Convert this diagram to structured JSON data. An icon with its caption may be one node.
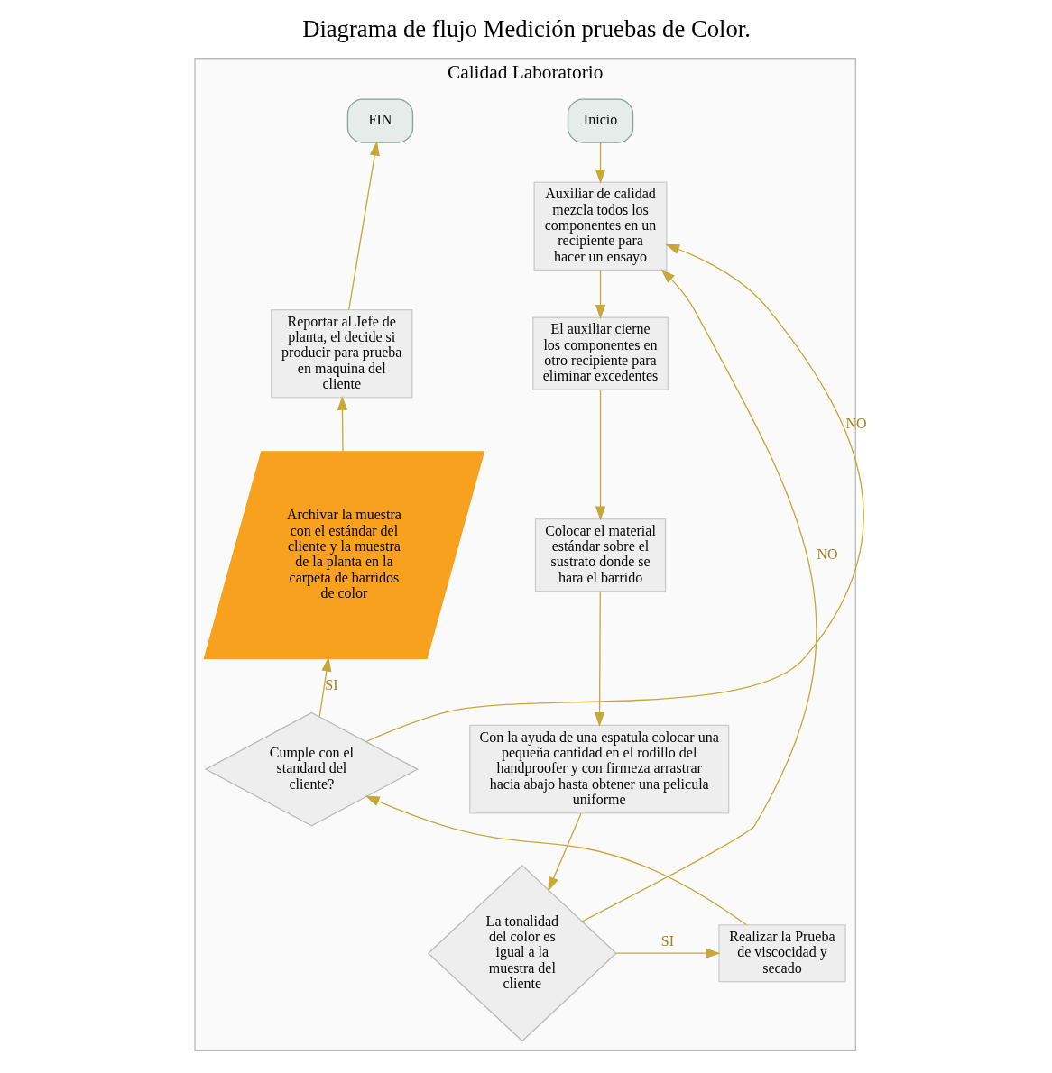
{
  "diagram": {
    "title": "Diagrama de flujo Medición pruebas de Color.",
    "nodes": [
      {
        "text": [
          "Calidad Laboratorio"
        ]
      },
      {
        "text": [
          "Inicio"
        ],
        "in": 0
      },
      {
        "text": [
          "Auxiliar de calidad mezcla todos los componentes en un recipiente para hacer un ensayo"
        ],
        "in": 0
      },
      {
        "text": [
          "El auxiliar cierne los componentes en otro recipiente para eliminar excedentes"
        ],
        "in": 0
      },
      {
        "text": [
          "Colocar el material estándar sobre el sustrato donde se hara el barrido"
        ],
        "in": 0
      },
      {
        "text": [
          "Con la ayuda de una espatula colocar una pequeña cantidad en el rodillo del handproofer y con firmeza arrastrar hacia abajo hasta obtener una pelicula uniforme"
        ],
        "in": 0
      },
      {
        "text": [
          "La tonalidad del color es igual a la muestra del cliente"
        ],
        "in": 0
      },
      {
        "text": [
          "Realizar la Prueba de viscocidad y secado"
        ],
        "in": 0
      },
      {
        "text": [
          "Cumple con el standard del cliente?"
        ],
        "in": 0
      },
      {
        "text": [
          "Archivar la muestra con el estándar del cliente y la muestra de la planta en la carpeta de barridos de color"
        ],
        "in": 0
      },
      {
        "text": [
          "Reportar al Jefe de planta, el decide si producir para prueba en maquina del cliente"
        ],
        "in": 0
      },
      {
        "text": [
          "FIN"
        ],
        "in": 0
      }
    ],
    "edges": [
      {
        "from": 1,
        "to": 2,
        "arrow": "to"
      },
      {
        "from": 2,
        "to": 3,
        "arrow": "to"
      },
      {
        "from": 3,
        "to": 4,
        "arrow": "to"
      },
      {
        "from": 4,
        "to": 5,
        "arrow": "to"
      },
      {
        "from": 5,
        "to": 6,
        "arrow": "to"
      },
      {
        "from": 6,
        "to": 2,
        "arrow": "to",
        "label": "NO"
      },
      {
        "from": 6,
        "to": 7,
        "arrow": "to",
        "label": "SI"
      },
      {
        "from": 7,
        "to": 8,
        "arrow": "to"
      },
      {
        "from": 8,
        "to": 9,
        "arrow": "to",
        "label": "SI"
      },
      {
        "from": 8,
        "to": 2,
        "arrow": "to",
        "label": "NO"
      },
      {
        "from": 9,
        "to": 10,
        "arrow": "to"
      },
      {
        "from": 10,
        "to": 11,
        "arrow": "to"
      }
    ]
  }
}
